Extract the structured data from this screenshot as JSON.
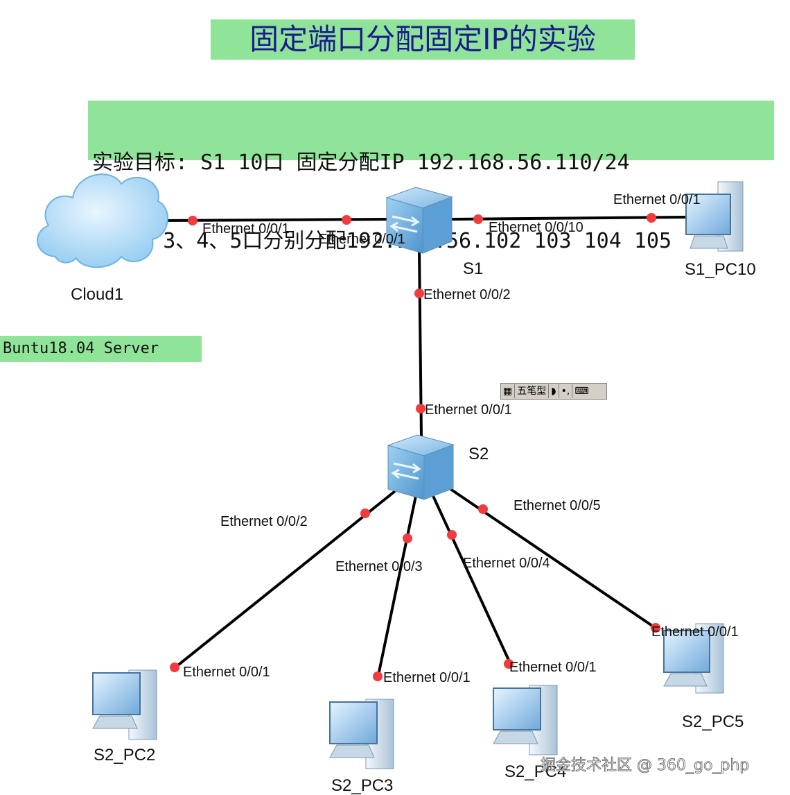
{
  "title": "固定端口分配固定IP的实验",
  "goal": {
    "line1": "实验目标: S1 10口 固定分配IP 192.168.56.110/24",
    "line2": "S2 2、3、4、5口分别分配192.168.56.102 103 104 105"
  },
  "server_note": "Buntu18.04 Server",
  "ime_toolbar": {
    "mode": "五笔型"
  },
  "nodes": {
    "cloud1": "Cloud1",
    "s1": "S1",
    "s2": "S2",
    "s1_pc10": "S1_PC10",
    "s2_pc2": "S2_PC2",
    "s2_pc3": "S2_PC3",
    "s2_pc4": "S2_PC4",
    "s2_pc5": "S2_PC5"
  },
  "ports": {
    "cloud1_eth": "Ethernet 0/0/1",
    "s1_eth1": "Ethernet 0/0/1",
    "s1_eth10": "Ethernet 0/0/10",
    "pc10_eth": "Ethernet 0/0/1",
    "s1_eth2": "Ethernet 0/0/2",
    "s2_eth1": "Ethernet 0/0/1",
    "s2_eth2": "Ethernet 0/0/2",
    "s2_eth3": "Ethernet 0/0/3",
    "s2_eth4": "Ethernet 0/0/4",
    "s2_eth5": "Ethernet 0/0/5",
    "pc2_eth": "Ethernet 0/0/1",
    "pc3_eth": "Ethernet 0/0/1",
    "pc4_eth": "Ethernet 0/0/1",
    "pc5_eth": "Ethernet 0/0/1"
  },
  "watermark": "掘金技术社区 @ 360_go_php",
  "colors": {
    "banner": "#8fe49a",
    "port_dot": "#f03c3c",
    "link": "#000000",
    "switch": "#7fb6e0"
  }
}
